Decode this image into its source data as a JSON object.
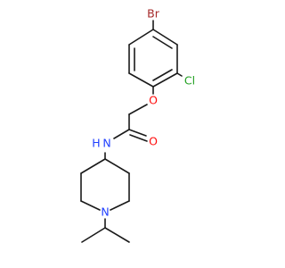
{
  "molecule": {
    "atoms": {
      "Br": {
        "label": "Br",
        "color": "#a52a2a"
      },
      "Cl": {
        "label": "Cl",
        "color": "#1f9f1f"
      },
      "O_ether": {
        "label": "O",
        "color": "#ff0d0d"
      },
      "O_carbonyl": {
        "label": "O",
        "color": "#ff0d0d"
      },
      "N_amide": {
        "label": "N",
        "color": "#1f3fff"
      },
      "H_amide": {
        "label": "H",
        "color": "#1f3fff"
      },
      "N_ring": {
        "label": "N",
        "color": "#1f3fff"
      }
    },
    "bond_color": "#1a1a1a"
  }
}
